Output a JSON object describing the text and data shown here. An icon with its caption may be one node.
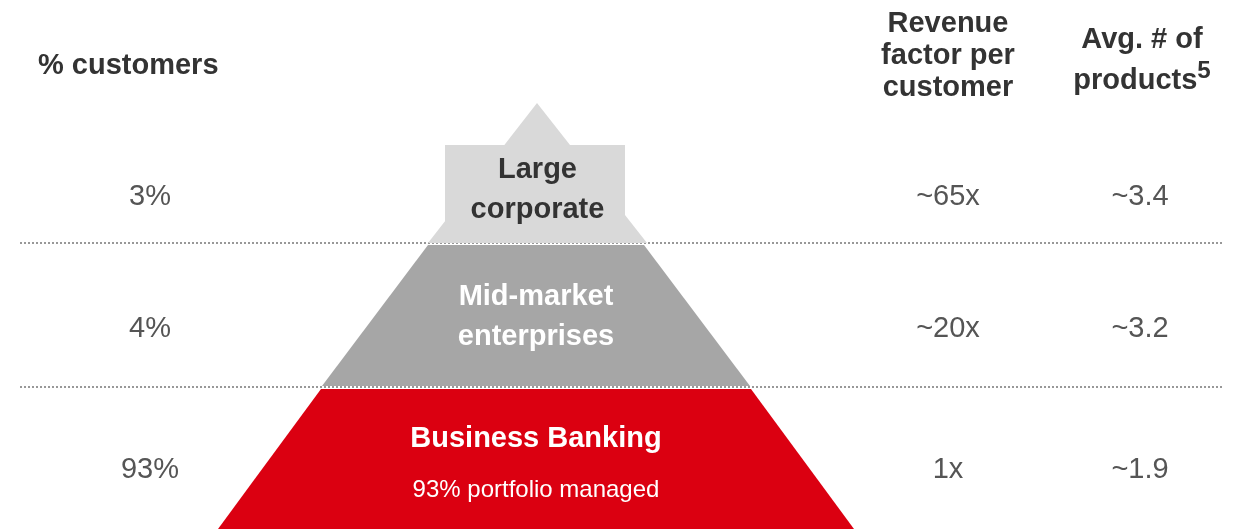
{
  "diagram": {
    "nodes": [
      {
        "text": [
          "Large corporate"
        ]
      },
      {
        "text": [
          "Mid-market enterprises"
        ]
      },
      {
        "text": [
          "Business Banking",
          "93% portfolio managed"
        ]
      }
    ],
    "labels": [
      "% customers",
      "Revenue factor per customer",
      "Avg. # of products$^{5}$",
      "3%",
      "~65x",
      "~3.4",
      "4%",
      "~20x",
      "~3.2",
      "93%",
      "1x",
      "~1.9"
    ]
  }
}
